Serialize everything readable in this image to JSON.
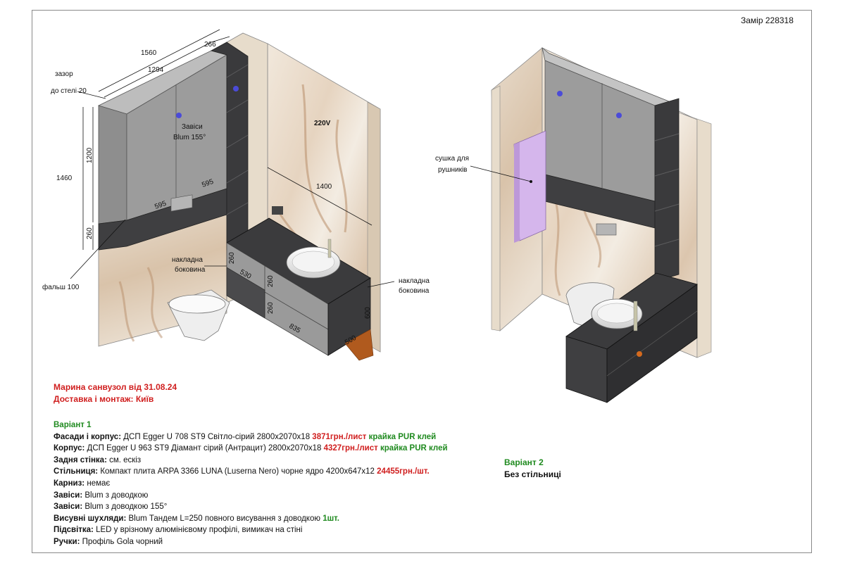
{
  "order_number": "Замір 228318",
  "drawing_left": {
    "dims": {
      "width_total": "1560",
      "width_cabinet": "1294",
      "width_side": "266",
      "ceiling_gap": "зазор\nдо стелі 20",
      "height_total": "1460",
      "height_cabinet": "1200",
      "height_niche": "260",
      "door_left": "595",
      "door_right": "595",
      "wall_width": "1400",
      "drawer_top_h": "260",
      "drawer_depth": "530",
      "drawer_mid_h": "260",
      "drawer_low_h": "260",
      "drawer_width": "835",
      "vanity_height": "600",
      "vanity_depth": "500"
    },
    "hinges_label": "Завіси\nBlum 155°",
    "false_panel": "фальш 100",
    "overlay_side_left": "накладна\nбоковина",
    "overlay_side_right": "накладна\nбоковина",
    "outlet_label": "220V"
  },
  "drawing_right": {
    "towel_dryer": "сушка для\nрушників"
  },
  "client": {
    "line1": "Марина санвузол від 31.08.24",
    "line2": "Доставка і монтаж: Київ"
  },
  "variant1": {
    "title": "Варіант 1",
    "specs": [
      {
        "label": "Фасади і корпус:",
        "text": " ДСП Egger U 708 ST9 Світло-сірий 2800x2070x18 ",
        "price": "3871грн./лист",
        "extra": " крайка PUR клей"
      },
      {
        "label": "Корпус:",
        "text": " ДСП Egger U 963 ST9 Діамант сірий (Антрацит) 2800x2070x18 ",
        "price": "4327грн./лист",
        "extra": " крайка PUR клей"
      },
      {
        "label": "Задня стінка:",
        "text": " см. ескіз",
        "price": "",
        "extra": ""
      },
      {
        "label": "Стільниця:",
        "text": " Компакт плита ARPA 3366 LUNA (Luserna Nero) чорне ядро 4200x647x12 ",
        "price": "24455грн./шт.",
        "extra": ""
      },
      {
        "label": "Карниз:",
        "text": " немає",
        "price": "",
        "extra": ""
      },
      {
        "label": "Завіси:",
        "text": " Blum з доводкою",
        "price": "",
        "extra": ""
      },
      {
        "label": "Завіси:",
        "text": " Blum з доводкою 155°",
        "price": "",
        "extra": ""
      },
      {
        "label": "Висувні шухляди:",
        "text": " Blum Тандем L=250 повного висування з доводкою ",
        "price": "",
        "extra": "1шт."
      },
      {
        "label": "Підсвітка:",
        "text": " LED у врізному алюмінієвому профілі, вимикач на стіні",
        "price": "",
        "extra": ""
      },
      {
        "label": "Ручки:",
        "text": " Профіль Gola чорний",
        "price": "",
        "extra": ""
      }
    ]
  },
  "variant2": {
    "title": "Варіант 2",
    "subtitle": "Без стільниці"
  },
  "colors": {
    "facade_grey": "#9c9c9c",
    "anthracite": "#3f3f41",
    "marble": "#eee3d6",
    "towel_dryer": "#d5b6ec",
    "price_red": "#d01e1e",
    "accent_green": "#1f8a1f"
  }
}
